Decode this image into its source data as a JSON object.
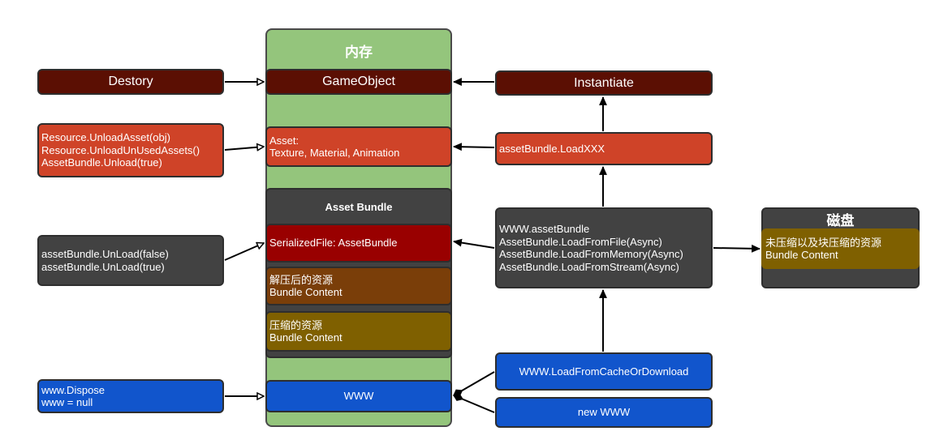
{
  "memory": {
    "title": "内存",
    "gameobject": "GameObject",
    "asset_lines": [
      "Asset:",
      "Texture, Material, Animation"
    ],
    "bundle": {
      "title": "Asset Bundle",
      "serialized": "SerializedFile: AssetBundle",
      "decompressed_lines": [
        "解压后的资源",
        "Bundle Content"
      ],
      "compressed_lines": [
        "压缩的资源",
        "Bundle Content"
      ]
    },
    "www": "WWW"
  },
  "left": {
    "destroy": "Destory",
    "unload_asset_lines": [
      "Resource.UnloadAsset(obj)",
      "Resource.UnloadUnUsedAssets()",
      "AssetBundle.Unload(true)"
    ],
    "unload_bundle_lines": [
      "assetBundle.UnLoad(false)",
      "assetBundle.UnLoad(true)"
    ],
    "dispose_lines": [
      "www.Dispose",
      "www = null"
    ]
  },
  "right": {
    "instantiate": "Instantiate",
    "load_xxx": "assetBundle.LoadXXX",
    "load_lines": [
      "WWW.assetBundle",
      "AssetBundle.LoadFromFile(Async)",
      "AssetBundle.LoadFromMemory(Async)",
      "AssetBundle.LoadFromStream(Async)"
    ],
    "cache_download": "WWW.LoadFromCacheOrDownload",
    "new_www": "new WWW"
  },
  "disk": {
    "title": "磁盘",
    "content_lines": [
      "未压缩以及块压缩的资源",
      "Bundle Content"
    ]
  },
  "colors": {
    "memory_bg": "#94c57c",
    "dark_red": "#5b0f03",
    "orange_red": "#cf4328",
    "dark_gray": "#424242",
    "crimson": "#990000",
    "brown": "#7a3e09",
    "olive": "#7f6000",
    "blue": "#1155cc",
    "border": "#2e2e2e",
    "arrow": "#000000"
  }
}
